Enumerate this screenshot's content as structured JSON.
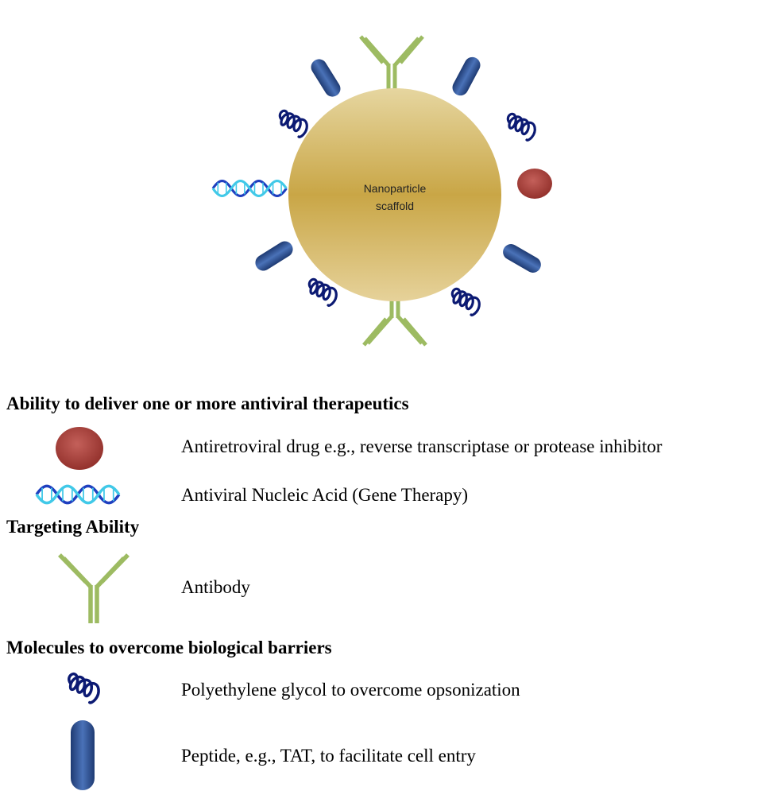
{
  "diagram": {
    "core_label_line1": "Nanoparticle",
    "core_label_line2": "scaffold",
    "icons": [
      "antibody-icon",
      "peptide-icon",
      "polyethylene-glycol-coil-icon",
      "nucleic-acid-helix-icon",
      "antiretroviral-drug-icon"
    ]
  },
  "legend": {
    "section1_heading": "Ability to deliver one or more antiviral therapeutics",
    "drug_label": "Antiretroviral drug e.g., reverse transcriptase or protease inhibitor",
    "nucleic_label": "Antiviral Nucleic Acid (Gene Therapy)",
    "section2_heading": "Targeting Ability",
    "antibody_label": "Antibody",
    "section3_heading": "Molecules to overcome biological barriers",
    "peg_label": "Polyethylene glycol to overcome opsonization",
    "peptide_label": "Peptide, e.g., TAT, to facilitate cell entry"
  },
  "colors": {
    "scaffold": "#cfae57",
    "antibody": "#9dbb62",
    "peptide": "#2f5597",
    "coil": "#0c1a73",
    "dna_blue": "#1f3fbf",
    "dna_cyan": "#41c9e8",
    "drug": "#a33a33"
  }
}
